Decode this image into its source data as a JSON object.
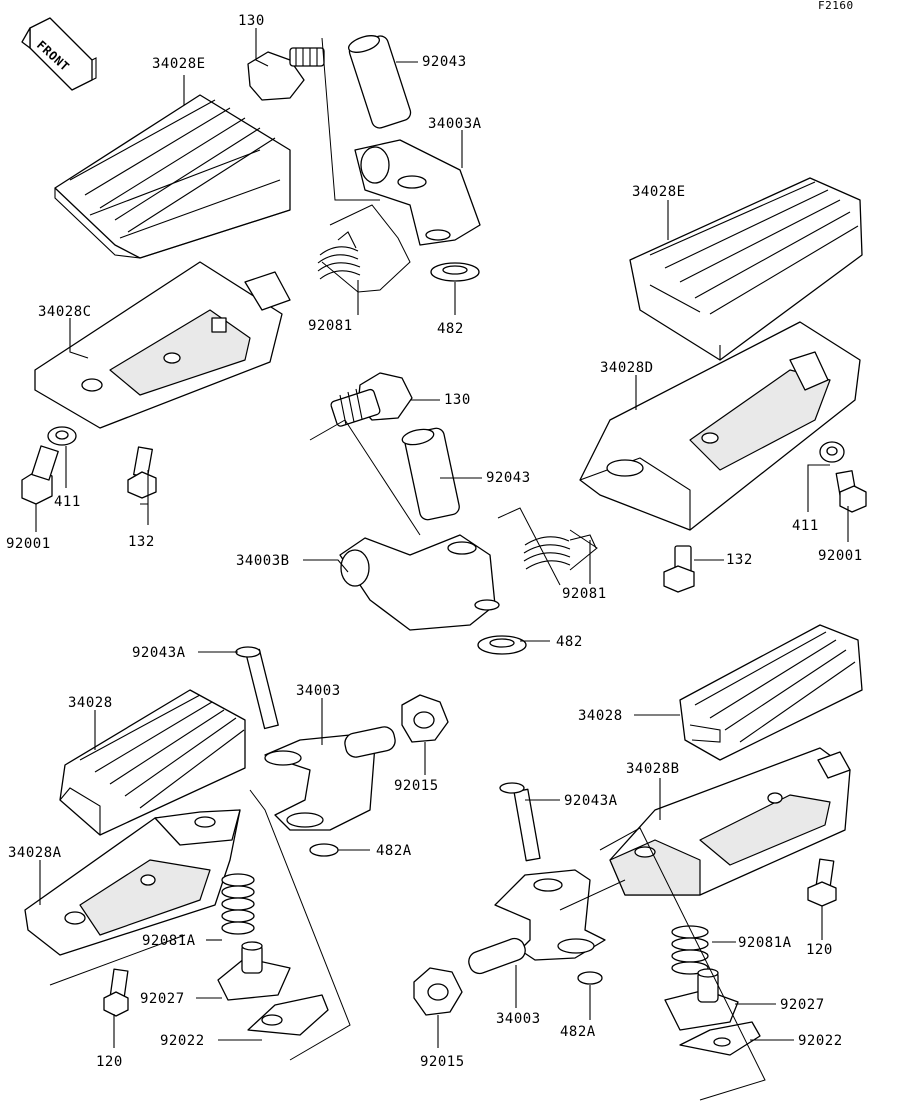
{
  "figure_code": "F2160",
  "front_label": "FRONT",
  "labels": {
    "p130_top": "130",
    "p92043_top": "92043",
    "p34028E_left": "34028E",
    "p34003A": "34003A",
    "p34028E_right": "34028E",
    "p34028C": "34028C",
    "p92081_top": "92081",
    "p482_top": "482",
    "p130_mid": "130",
    "p34028D": "34028D",
    "p92043_mid": "92043",
    "p411_left": "411",
    "p132_left": "132",
    "p92001_left": "92001",
    "p411_right": "411",
    "p92001_right": "92001",
    "p34003B": "34003B",
    "p132_right": "132",
    "p92081_mid": "92081",
    "p482_mid": "482",
    "p92043A_left": "92043A",
    "p34003_left": "34003",
    "p34028_left": "34028",
    "p92015_left": "92015",
    "p34028_right": "34028",
    "p34028B": "34028B",
    "p482A_left": "482A",
    "p34028A": "34028A",
    "p92043A_right": "92043A",
    "p92081A_left": "92081A",
    "p92081A_right": "92081A",
    "p120_right": "120",
    "p92027_left": "92027",
    "p92027_right": "92027",
    "p92022_left": "92022",
    "p92022_right": "92022",
    "p34003_right": "34003",
    "p482A_right": "482A",
    "p120_left": "120",
    "p92015_right": "92015"
  }
}
